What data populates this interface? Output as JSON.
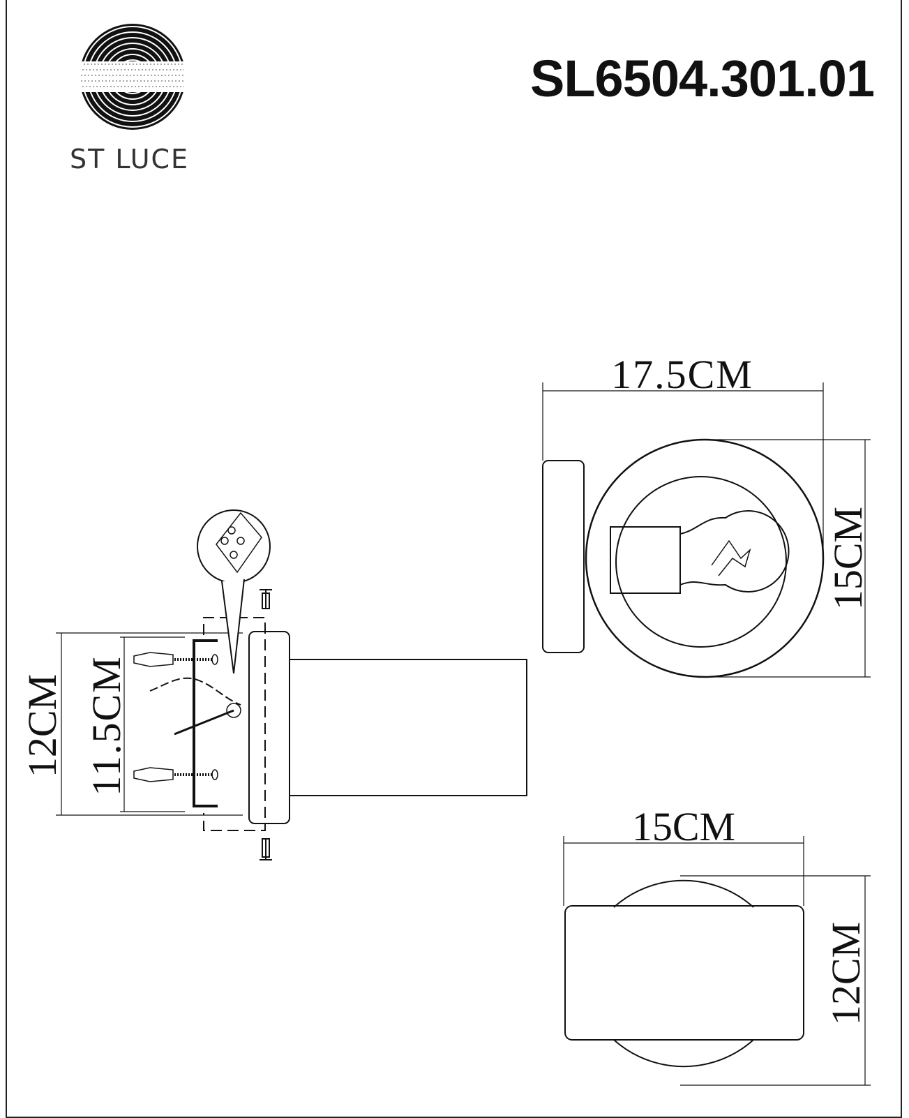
{
  "brand": {
    "name": "ST LUCE"
  },
  "title": "SL6504.301.01",
  "dimensions": {
    "front_width": "17.5CM",
    "front_height": "15CM",
    "side_plate_height": "12CM",
    "side_bracket_height": "11.5CM",
    "top_width": "15CM",
    "top_height": "12CM"
  },
  "colors": {
    "line": "#111111",
    "background": "#ffffff"
  }
}
